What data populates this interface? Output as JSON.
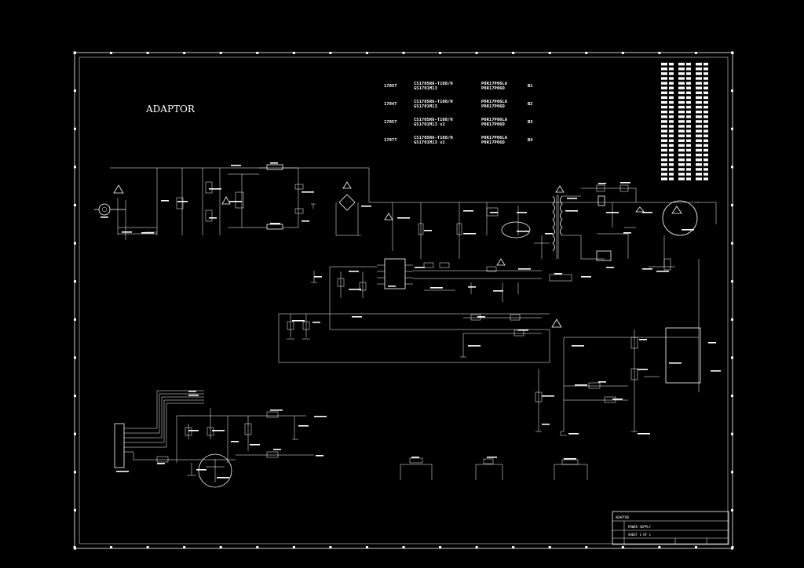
{
  "title": "ADAPTOR",
  "models": [
    {
      "model": "1705T",
      "part1": "CS1705R6-T108/H",
      "part2": "GS1701M13",
      "code1": "P0R17P06L6",
      "code2": "P0R17P06D",
      "suffix": "B1"
    },
    {
      "model": "1704T",
      "part1": "CS1705R6-T108/H",
      "part2": "GS1701M13",
      "code1": "P0R17P06L6",
      "code2": "P0R17P06D",
      "suffix": "B2"
    },
    {
      "model": "1705T",
      "part1": "CS1705R6-T108/H",
      "part2": "GS1701M13 v2",
      "code1": "P0R17P06L6",
      "code2": "P0R17P06D",
      "suffix": "B3"
    },
    {
      "model": "1707T",
      "part1": "CS1705R6-T108/H",
      "part2": "GS1701M13 v2",
      "code1": "P0R17P06L6",
      "code2": "P0R17P06D",
      "suffix": "B4"
    }
  ],
  "title_block": {
    "company": "ADAPTOR",
    "doc": "POWER SUPPLY",
    "sheet": "SHEET 1 OF 1"
  },
  "colors": {
    "background": "#000000",
    "line": "#ffffff"
  }
}
